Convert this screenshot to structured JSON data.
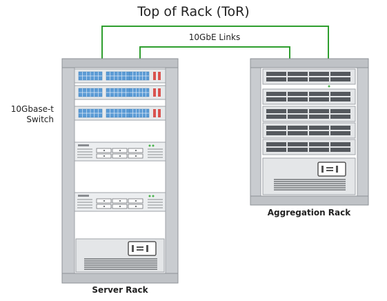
{
  "title": "Top of Rack (ToR)",
  "links_label": "10GbE Links",
  "switch_label": [
    "10Gbase-t",
    "Switch"
  ],
  "racks": {
    "server": {
      "caption": "Server Rack"
    },
    "aggregation": {
      "caption": "Aggregation Rack"
    }
  },
  "colors": {
    "link": "#2e9e2e",
    "rack_frame": "#c9ccd0",
    "rack_border": "#8e9297",
    "switch_port": "#5b9bd5",
    "switch_light": "#d9534f",
    "status_light": "#47b34a"
  },
  "icons": [
    "switch-unit-icon",
    "server-unit-icon",
    "storage-unit-icon",
    "aggregation-switch-icon"
  ]
}
